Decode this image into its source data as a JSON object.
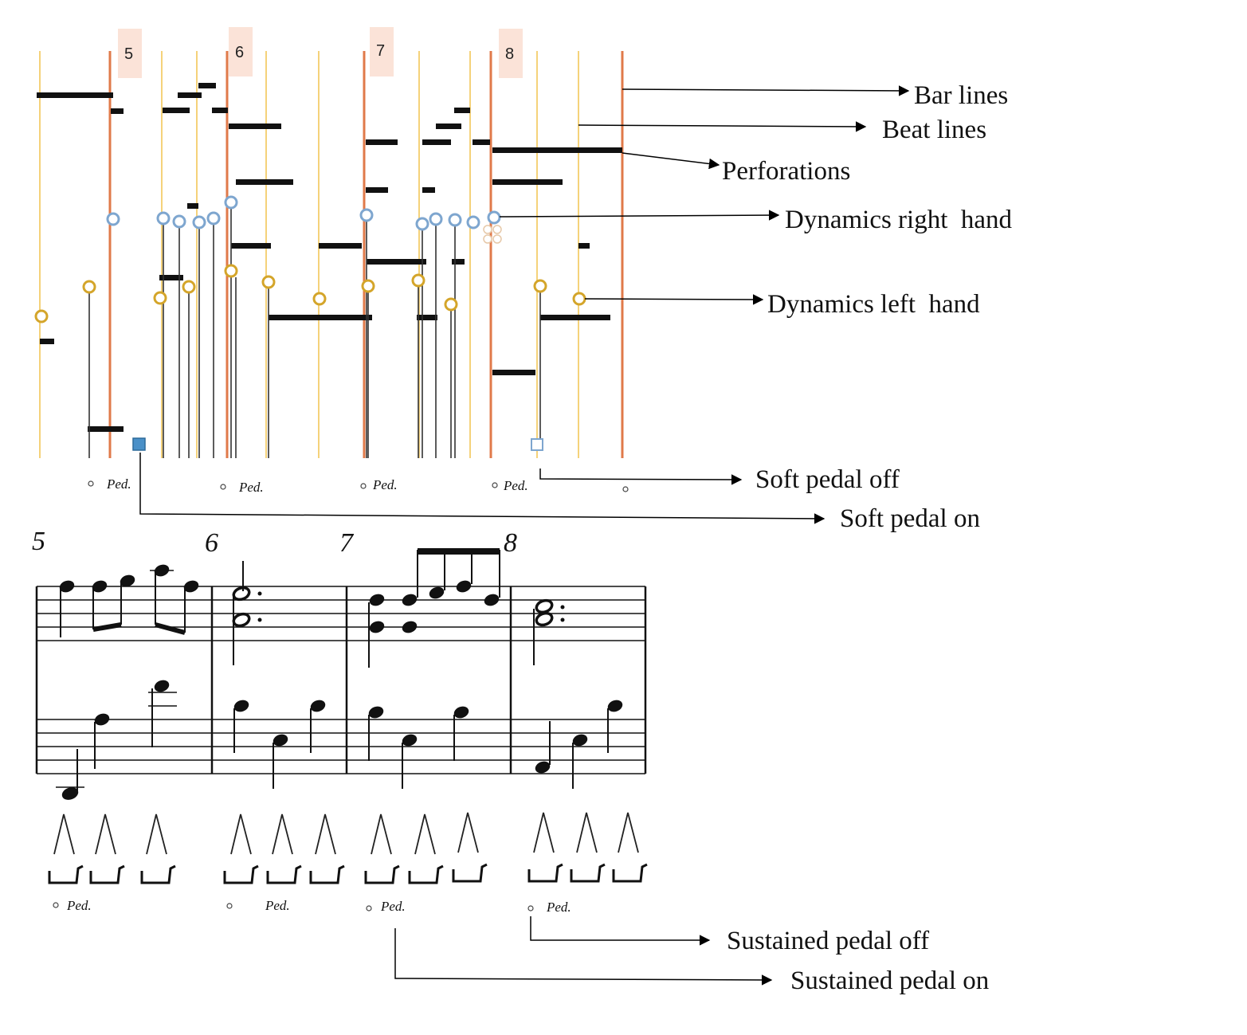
{
  "diagram": {
    "bar_numbers": [
      "5",
      "6",
      "7",
      "8"
    ],
    "measure_numbers": [
      "5",
      "6",
      "7",
      "8"
    ],
    "pedal_text": "Ped.",
    "labels": {
      "bar_lines": "Bar lines",
      "beat_lines": "Beat lines",
      "perforations": "Perforations",
      "dynamics_right_hand": "Dynamics right  hand",
      "dynamics_left_hand": "Dynamics left  hand",
      "soft_pedal_off": "Soft pedal off",
      "soft_pedal_on": "Soft pedal on",
      "sustained_pedal_off": "Sustained pedal off",
      "sustained_pedal_on": "Sustained pedal on"
    },
    "colors": {
      "bar_line": "#e07a4a",
      "beat_line": "#f5d27a",
      "bar_number_bg": "#fbe3d8",
      "dynamics_right": "#7ea6cf",
      "dynamics_left": "#d4a52a",
      "perforation": "#111111",
      "soft_pedal": "#4a90c8"
    }
  }
}
